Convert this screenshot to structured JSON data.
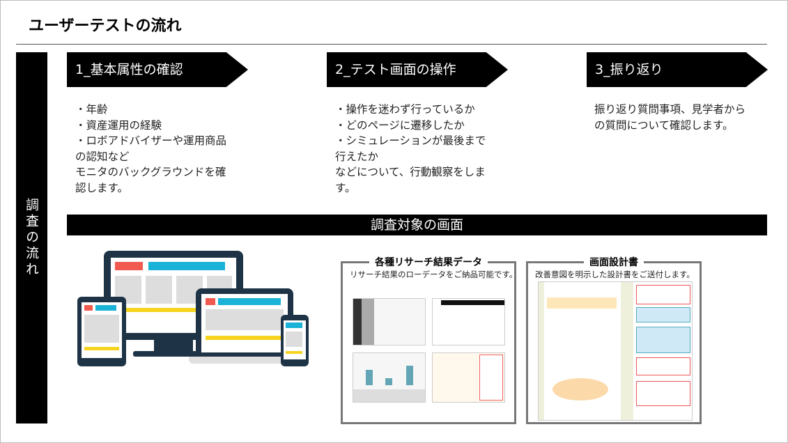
{
  "title": "ユーザーテストの流れ",
  "side_label": "調査の流れ",
  "steps": [
    {
      "label": "1_基本属性の確認",
      "lines": [
        "・年齢",
        "・資産運用の経験",
        "・ロボアドバイザーや運用商品",
        "の認知など",
        "モニタのバックグラウンドを確",
        "認します。"
      ]
    },
    {
      "label": "2_テスト画面の操作",
      "lines": [
        "・操作を迷わず行っているか",
        "・どのページに遷移したか",
        "・シミュレーションが最後まで",
        "行えたか",
        "などについて、行動観察をしま",
        "す。"
      ]
    },
    {
      "label": "3_振り返り",
      "lines": [
        "振り返り質問事項、見学者から",
        "の質問について確認します。"
      ]
    }
  ],
  "banner": "調査対象の画面",
  "boxes": [
    {
      "title": "各種リサーチ結果データ",
      "desc": "リサーチ結果のローデータをご納品可能です。"
    },
    {
      "title": "画面設計書",
      "desc": "改善意図を明示した設計書をご送付します。"
    }
  ],
  "colors": {
    "accent_red": "#f05a4f",
    "accent_cyan": "#1ab2d6",
    "accent_yellow": "#f7d41e",
    "device_dark": "#1e3446"
  }
}
